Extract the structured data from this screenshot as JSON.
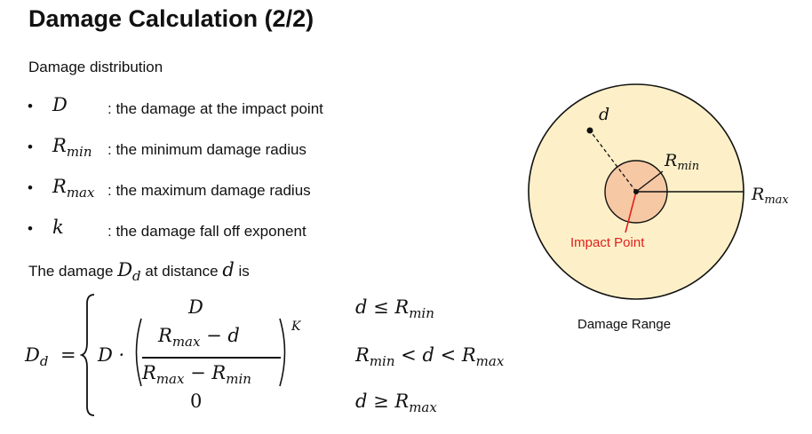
{
  "slide": {
    "title": "Damage Calculation (2/2)",
    "subtitle": "Damage distribution"
  },
  "bullets": [
    {
      "symbol": "D",
      "sub": "",
      "desc": ": the damage at the impact point"
    },
    {
      "symbol": "R",
      "sub": "min",
      "desc": ": the minimum damage radius"
    },
    {
      "symbol": "R",
      "sub": "max",
      "desc": ": the maximum damage radius"
    },
    {
      "symbol": "k",
      "sub": "",
      "desc": ": the damage fall off exponent"
    }
  ],
  "intro": {
    "before": "The damage ",
    "D": "D",
    "D_sub": "d",
    "middle": " at distance ",
    "d": "d",
    "after": " is"
  },
  "formula": {
    "lhs": "D",
    "lhs_sub": "d",
    "eq": "=",
    "case1_value": "D",
    "case1_cond": "d ≤ R",
    "case1_cond_sub": "min",
    "case2_D": "D ·",
    "case2_num": "R",
    "case2_num_sub": "max",
    "case2_num_rest": " − d",
    "case2_den": "R",
    "case2_den_sub1": "max",
    "case2_den_mid": " − R",
    "case2_den_sub2": "min",
    "case2_exp": "K",
    "case2_cond_a": "R",
    "case2_cond_a_sub": "min",
    "case2_cond_b": " < d < R",
    "case2_cond_b_sub": "max",
    "case3_value": "0",
    "case3_cond": "d ≥ R",
    "case3_cond_sub": "max"
  },
  "diagram": {
    "label_d": "d",
    "label_rmin": "R",
    "label_rmin_sub": "min",
    "label_rmax": "R",
    "label_rmax_sub": "max",
    "impact_label": "Impact Point",
    "caption": "Damage Range",
    "outer_fill": "#fdf0c8",
    "inner_fill": "#f6c8a4",
    "impact_color": "#e0201e"
  }
}
